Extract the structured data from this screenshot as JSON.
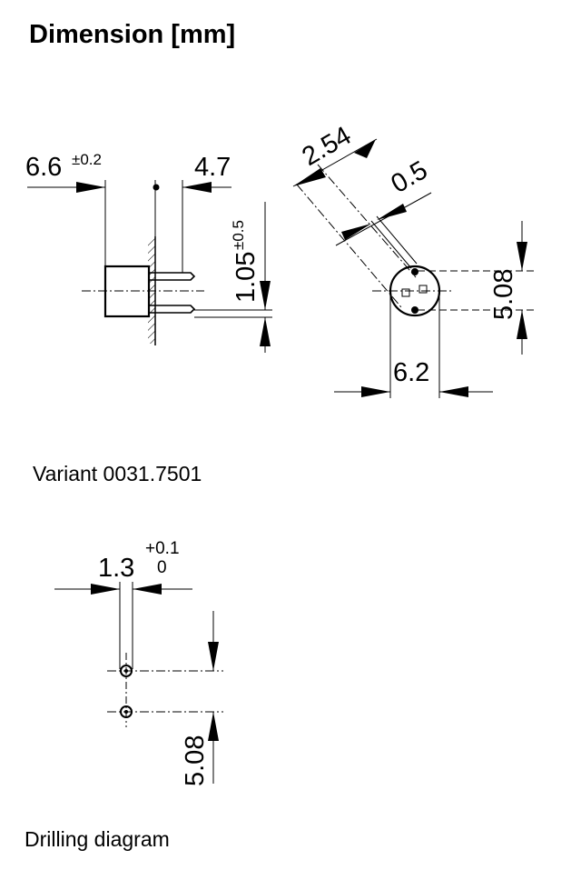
{
  "title": "Dimension [mm]",
  "variant_caption": "Variant 0031.7501",
  "drilling_caption": "Drilling diagram",
  "side_view": {
    "length": "6.6",
    "length_tolerance": "±0.2",
    "pin_length": "4.7",
    "pin_diameter": "1.05",
    "pin_diameter_tolerance": "±0.5"
  },
  "front_view": {
    "pitch_diagonal": "2.54",
    "pin_width": "0.5",
    "pin_spacing": "5.08",
    "diameter": "6.2"
  },
  "drilling": {
    "hole_diameter": "1.3",
    "tol_upper": "+0.1",
    "tol_lower": "0",
    "hole_spacing": "5.08"
  }
}
